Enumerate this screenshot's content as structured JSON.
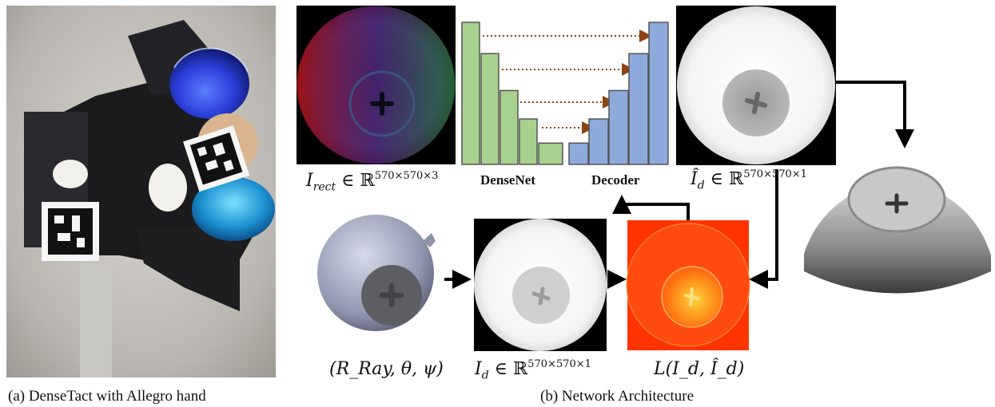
{
  "panel_a": {
    "caption": "(a) DenseTact with Allegro hand"
  },
  "panel_b": {
    "caption": "(b) Network Architecture",
    "encoder_label": "DenseNet",
    "decoder_label": "Decoder",
    "input_label": {
      "symbol": "I",
      "subscript": "rect",
      "set": "ℝ",
      "dims": "570×570×3"
    },
    "pred_label": {
      "symbol": "Î",
      "subscript": "d",
      "set": "ℝ",
      "dims": "570×570×1"
    },
    "gt_label": {
      "symbol": "I",
      "subscript": "d",
      "set": "ℝ",
      "dims": "570×570×1"
    },
    "ray_label": "(R_Ray, θ, ψ)",
    "loss_label": "L(I_d, Î_d)"
  },
  "encoder_bars": [
    1.0,
    0.78,
    0.52,
    0.32,
    0.15
  ],
  "decoder_bars": [
    0.15,
    0.32,
    0.52,
    0.78,
    1.0
  ],
  "colors": {
    "encoder": "#a9d18e",
    "decoder": "#8eaadb",
    "bar_stroke": "#555555",
    "skip_arrow": "#8b4513",
    "loss_map": "#ff3300"
  }
}
